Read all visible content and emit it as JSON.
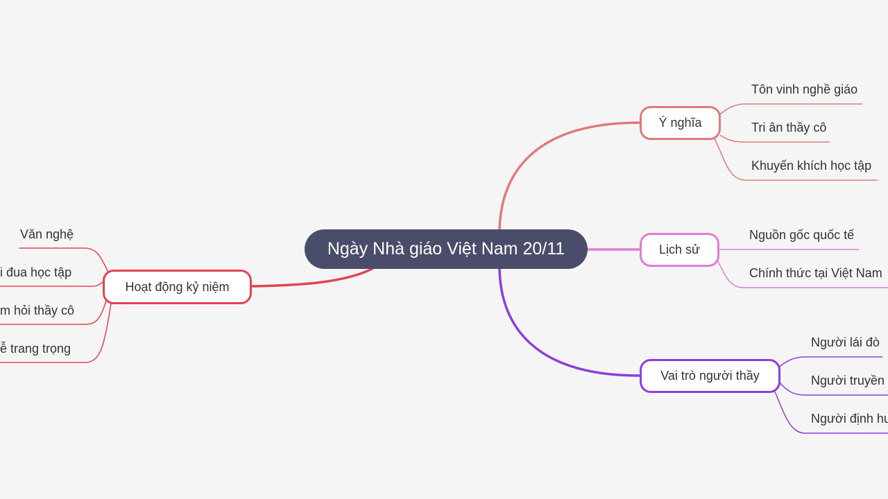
{
  "root": {
    "label": "Ngày Nhà giáo Việt Nam 20/11",
    "color": "#4a4d6a"
  },
  "branches": [
    {
      "key": "y_nghia",
      "label": "Ý nghĩa",
      "color": "#e07a7a",
      "children": [
        "Tôn vinh nghề giáo",
        "Tri ân thầy cô",
        "Khuyến khích học tập"
      ]
    },
    {
      "key": "lich_su",
      "label": "Lịch sử",
      "color": "#e07bd6",
      "children": [
        "Nguồn gốc quốc tế",
        "Chính thức tại Việt Nam"
      ]
    },
    {
      "key": "vai_tro",
      "label": "Vai trò người thầy",
      "color": "#8a3ee0",
      "children": [
        "Người lái đò",
        "Người truyền",
        "Người định hư"
      ]
    },
    {
      "key": "hoat_dong",
      "label": "Hoạt động kỷ niệm",
      "color": "#e04550",
      "children": [
        "Văn nghệ",
        "i đua học tập",
        "m hỏi thầy cô",
        "ễ trang trọng"
      ]
    }
  ]
}
